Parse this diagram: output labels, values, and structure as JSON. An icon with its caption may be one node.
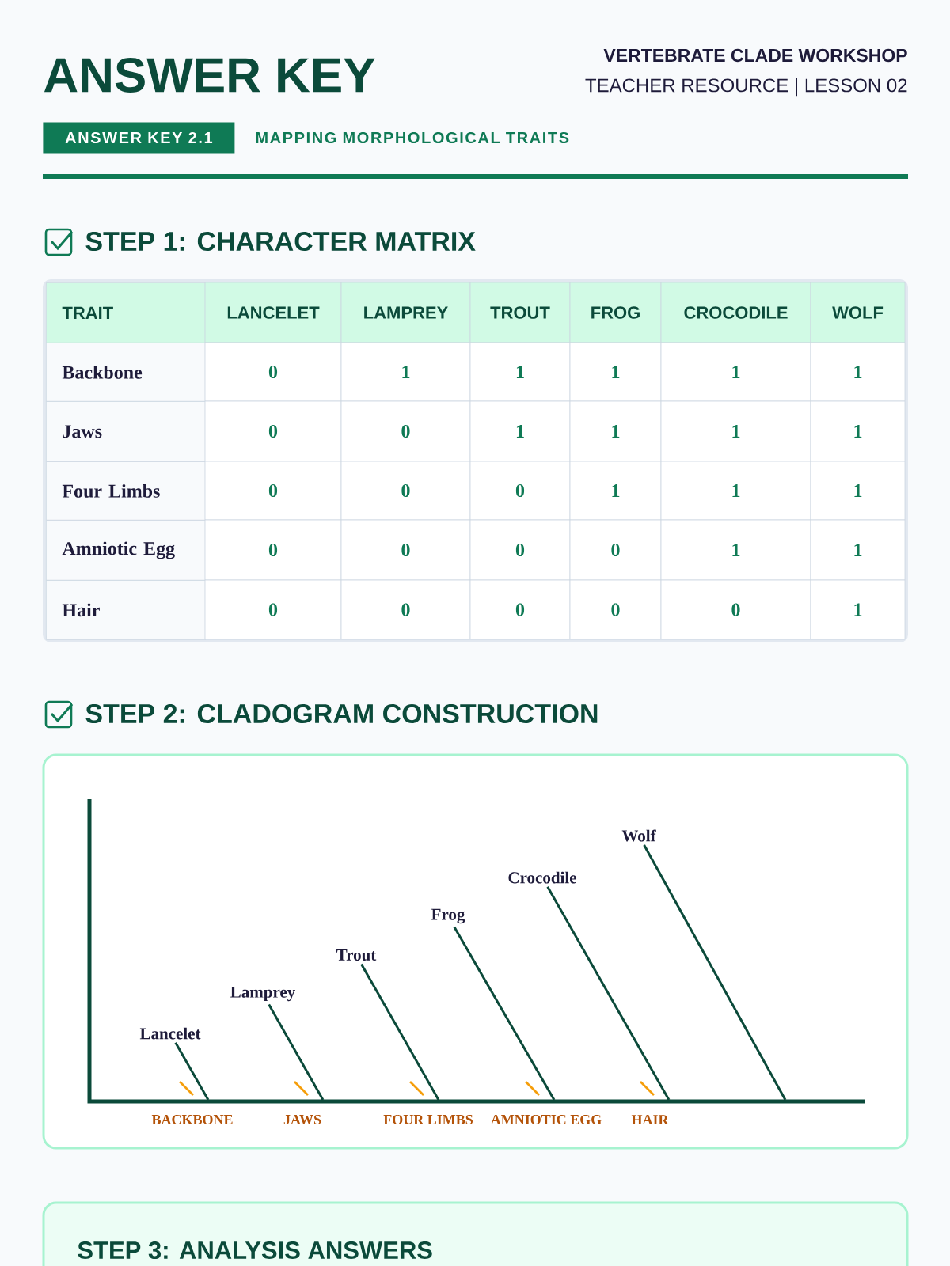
{
  "diagram": {
    "title": "ANSWER KEY",
    "nodes": [
      {
        "text": [
          "Lancelet"
        ]
      },
      {
        "text": [
          "Lamprey"
        ]
      },
      {
        "text": [
          "Trout"
        ]
      },
      {
        "text": [
          "Frog"
        ]
      },
      {
        "text": [
          "Crocodile"
        ]
      },
      {
        "text": [
          "Wolf"
        ]
      }
    ],
    "edges": [
      {
        "from": null,
        "to": 0,
        "arrow": "none"
      },
      {
        "from": null,
        "to": 1,
        "arrow": "none"
      },
      {
        "from": null,
        "to": 2,
        "arrow": "none"
      },
      {
        "from": null,
        "to": 3,
        "arrow": "none"
      },
      {
        "from": null,
        "to": 4,
        "arrow": "none"
      },
      {
        "from": null,
        "to": 5,
        "arrow": "none"
      }
    ],
    "labels": [
      "VERTEBRATE CLADE WORKSHOP",
      "TEACHER RESOURCE | LESSON 02",
      "ANSWER KEY 2.1",
      "MAPPING MORPHOLOGICAL TRAITS",
      "STEP 1: CHARACTER MATRIX",
      "TRAIT",
      "LANCELET",
      "LAMPREY",
      "TROUT",
      "FROG",
      "CROCODILE",
      "WOLF",
      "Backbone",
      "0",
      "1",
      "1",
      "1",
      "1",
      "1",
      "Jaws",
      "0",
      "0",
      "1",
      "1",
      "1",
      "1",
      "Four Limbs",
      "0",
      "0",
      "0",
      "1",
      "1",
      "1",
      "Amniotic Egg",
      "0",
      "0",
      "0",
      "0",
      "1",
      "1",
      "Hair",
      "0",
      "0",
      "0",
      "0",
      "0",
      "1",
      "STEP 2: CLADOGRAM CONSTRUCTION",
      "BACKBONE",
      "JAWS",
      "FOUR LIMBS",
      "AMNIOTIC EGG",
      "HAIR",
      "STEP 3: ANALYSIS ANSWERS"
    ]
  }
}
